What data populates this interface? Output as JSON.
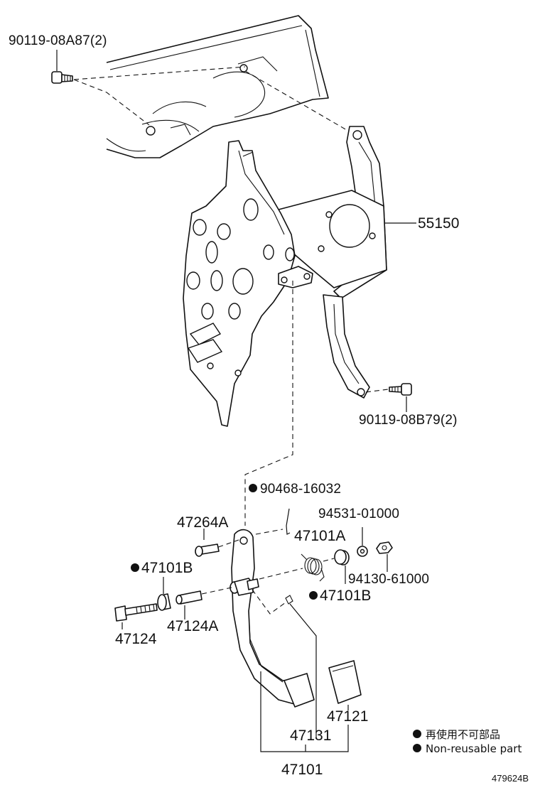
{
  "labels": {
    "bolt_top": "90119-08A87(2)",
    "bracket": "55150",
    "bolt_right": "90119-08B79(2)",
    "clip": "90468-16032",
    "bush_1": "47101A",
    "washer": "94531-01000",
    "pin": "47264A",
    "bush_2": "47101B",
    "nut": "94130-61000",
    "bush_3": "47101B",
    "bolt": "47124",
    "collar": "47124A",
    "pad": "47121",
    "lever": "47131",
    "assembly": "47101"
  },
  "legend": {
    "line1": "再使用不可部品",
    "line2": "Non-reusable part"
  },
  "diagram_code": "479624B"
}
